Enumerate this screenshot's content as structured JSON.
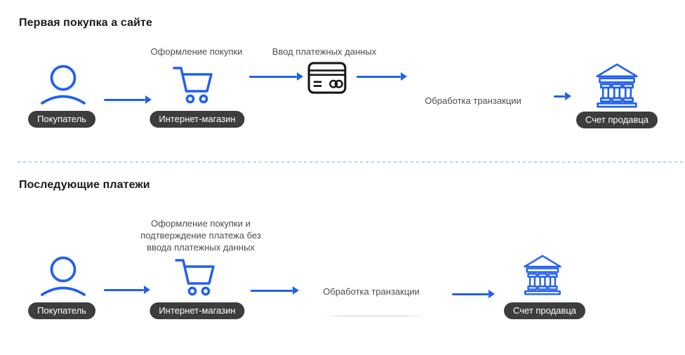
{
  "colors": {
    "accent_blue": "#2160f0",
    "icon_dark": "#161616",
    "pill_bg": "#3d3d3d",
    "pill_text": "#ffffff",
    "label_text": "#4d4d4d",
    "heading_text": "#1a1a1a",
    "divider_blue": "#b9d2ef"
  },
  "icons": {
    "buyer": "user-icon",
    "shop": "cart-icon",
    "payment": "credit-card-icon",
    "seller": "bank-icon"
  },
  "sections": [
    {
      "heading": "Первая покупка а сайте",
      "buyer_label": "Покупатель",
      "shop_label": "Интернет-магазин",
      "seller_label": "Счет продавца",
      "step_checkout": "Оформление покупки",
      "step_payment": "Ввод платежных данных",
      "step_processing": "Обработка транзакции"
    },
    {
      "heading": "Последующие платежи",
      "buyer_label": "Покупатель",
      "shop_label": "Интернет-магазин",
      "seller_label": "Счет продавца",
      "step_checkout": "Оформление покупки и подтверждение платежа без ввода платежных данных",
      "step_processing": "Обработка транзакции"
    }
  ]
}
